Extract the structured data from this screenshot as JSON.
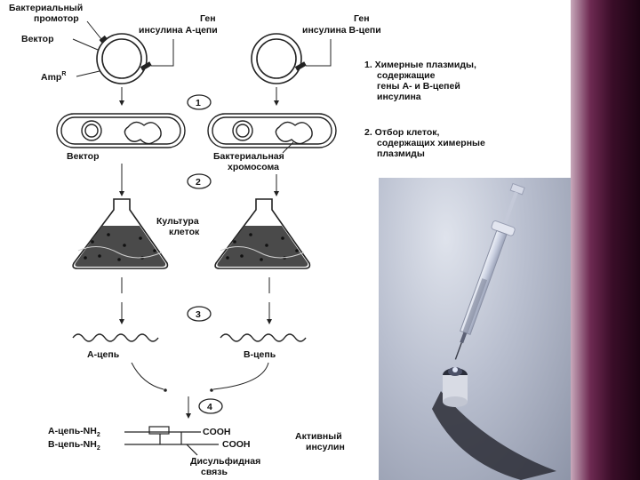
{
  "labels": {
    "bacterial_promoter": [
      "Бактериальный",
      "промотор"
    ],
    "vector_top": "Вектор",
    "gene_a": [
      "Ген",
      "инсулина А-цепи"
    ],
    "gene_b": [
      "Ген",
      "инсулина В-цепи"
    ],
    "amp": "Amp",
    "amp_sup": "R",
    "vector_cell": "Вектор",
    "bact_chromosome": [
      "Бактериальная",
      "хромосома"
    ],
    "culture": [
      "Культура",
      "клеток"
    ],
    "a_chain": "А-цепь",
    "b_chain": "В-цепь",
    "a_chain_nh2": "А-цепь-NH",
    "b_chain_nh2": "В-цепь-NH",
    "nh2_sub": "2",
    "cooh_1": "COOH",
    "cooh_2": "COOH",
    "active_insulin": [
      "Активный",
      "инсулин"
    ],
    "disulfide": [
      "Дисульфидная",
      "связь"
    ]
  },
  "steps": [
    "1",
    "2",
    "3",
    "4"
  ],
  "notes": {
    "note1": [
      "1. Химерные плазмиды,",
      "содержащие",
      "гены А- и В-цепей",
      "инсулина"
    ],
    "note2": [
      "2. Отбор клеток,",
      "содержащих химерные",
      "плазмиды"
    ]
  },
  "colors": {
    "accent_bar": "#6e2a52",
    "line": "#222222",
    "culture_fill": "#4a4a4a"
  }
}
